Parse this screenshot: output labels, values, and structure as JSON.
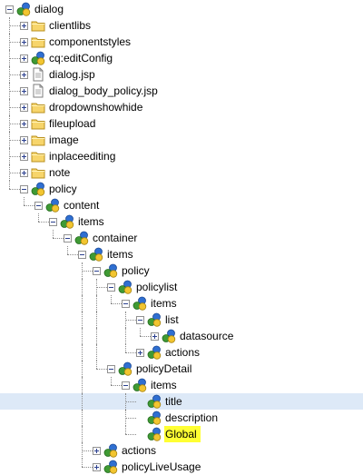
{
  "tree": {
    "nodes": [
      {
        "id": "dialog",
        "label": "dialog",
        "icon": "node-icon",
        "depth": 0,
        "expander": "expanded"
      },
      {
        "id": "clientlibs",
        "label": "clientlibs",
        "icon": "folder-icon",
        "depth": 1,
        "expander": "collapsed"
      },
      {
        "id": "componentstyles",
        "label": "componentstyles",
        "icon": "folder-icon",
        "depth": 1,
        "expander": "collapsed"
      },
      {
        "id": "cq-editconfig",
        "label": "cq:editConfig",
        "icon": "node-icon",
        "depth": 1,
        "expander": "collapsed"
      },
      {
        "id": "dialog-jsp",
        "label": "dialog.jsp",
        "icon": "file-icon",
        "depth": 1,
        "expander": "collapsed"
      },
      {
        "id": "dialog-body-policy-jsp",
        "label": "dialog_body_policy.jsp",
        "icon": "file-icon",
        "depth": 1,
        "expander": "collapsed"
      },
      {
        "id": "dropdownshowhide",
        "label": "dropdownshowhide",
        "icon": "folder-icon",
        "depth": 1,
        "expander": "collapsed"
      },
      {
        "id": "fileupload",
        "label": "fileupload",
        "icon": "folder-icon",
        "depth": 1,
        "expander": "collapsed"
      },
      {
        "id": "image",
        "label": "image",
        "icon": "folder-icon",
        "depth": 1,
        "expander": "collapsed"
      },
      {
        "id": "inplaceediting",
        "label": "inplaceediting",
        "icon": "folder-icon",
        "depth": 1,
        "expander": "collapsed"
      },
      {
        "id": "note",
        "label": "note",
        "icon": "folder-icon",
        "depth": 1,
        "expander": "collapsed"
      },
      {
        "id": "policy",
        "label": "policy",
        "icon": "node-icon",
        "depth": 1,
        "expander": "expanded"
      },
      {
        "id": "content",
        "label": "content",
        "icon": "node-icon",
        "depth": 2,
        "expander": "expanded"
      },
      {
        "id": "items",
        "label": "items",
        "icon": "node-icon",
        "depth": 3,
        "expander": "expanded"
      },
      {
        "id": "container",
        "label": "container",
        "icon": "node-icon",
        "depth": 4,
        "expander": "expanded"
      },
      {
        "id": "container-items",
        "label": "items",
        "icon": "node-icon",
        "depth": 5,
        "expander": "expanded"
      },
      {
        "id": "policy-inner",
        "label": "policy",
        "icon": "node-icon",
        "depth": 6,
        "expander": "expanded"
      },
      {
        "id": "policylist",
        "label": "policylist",
        "icon": "node-icon",
        "depth": 7,
        "expander": "expanded"
      },
      {
        "id": "policylist-items",
        "label": "items",
        "icon": "node-icon",
        "depth": 8,
        "expander": "expanded"
      },
      {
        "id": "list",
        "label": "list",
        "icon": "node-icon",
        "depth": 9,
        "expander": "expanded"
      },
      {
        "id": "datasource",
        "label": "datasource",
        "icon": "node-icon",
        "depth": 10,
        "expander": "collapsed"
      },
      {
        "id": "actions-inner",
        "label": "actions",
        "icon": "node-icon",
        "depth": 9,
        "expander": "collapsed"
      },
      {
        "id": "policydetail",
        "label": "policyDetail",
        "icon": "node-icon",
        "depth": 7,
        "expander": "expanded"
      },
      {
        "id": "policydetail-items",
        "label": "items",
        "icon": "node-icon",
        "depth": 8,
        "expander": "expanded"
      },
      {
        "id": "title",
        "label": "title",
        "icon": "node-icon",
        "depth": 9,
        "expander": "none",
        "selected": true
      },
      {
        "id": "description",
        "label": "description",
        "icon": "node-icon",
        "depth": 9,
        "expander": "none"
      },
      {
        "id": "global",
        "label": "Global",
        "icon": "node-icon",
        "depth": 9,
        "expander": "none",
        "highlighted": true
      },
      {
        "id": "actions",
        "label": "actions",
        "icon": "node-icon",
        "depth": 6,
        "expander": "collapsed"
      },
      {
        "id": "policyliveusage",
        "label": "policyLiveUsage",
        "icon": "node-icon",
        "depth": 6,
        "expander": "collapsed"
      }
    ]
  },
  "colors": {
    "selected_row": "#dde9f7",
    "highlight": "#ffff33",
    "folder_fill": "#f7d56b",
    "node_blue": "#2f6fd1",
    "node_green": "#3f9a34",
    "node_yellow": "#f2c530"
  }
}
